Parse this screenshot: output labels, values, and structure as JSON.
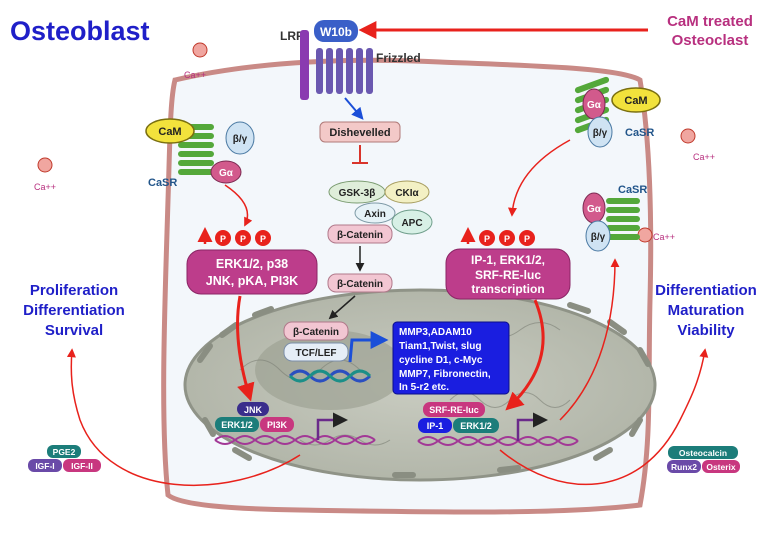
{
  "title": "Osteoblast",
  "caption_caM_treated": [
    "CaM treated",
    "Osteoclast"
  ],
  "receptor_labels": {
    "lrp": "LRP",
    "w10b": "W10b",
    "frizzled": "Frizzled",
    "casr_left": "CaSR",
    "casr_right_top": "CaSR",
    "casr_right_mid": "CaSR"
  },
  "protein_labels": {
    "cam": "CaM",
    "galpha": "Gα",
    "beta_gamma": "β/γ"
  },
  "calcium_label": "Ca++",
  "wnt_pathway": {
    "dishevelled": "Dishevelled",
    "gsk3b": "GSK-3β",
    "ck1a": "CKIα",
    "axin": "Axin",
    "apc": "APC",
    "beta_catenin": "β-Catenin",
    "tcf_lef": "TCF/LEF"
  },
  "phospho_label": "P",
  "left_kinase_box": [
    "ERK1/2, p38",
    "JNK, pKA, PI3K"
  ],
  "right_kinase_box": [
    "IP-1, ERK1/2,",
    "SRF-RE-luc",
    "transcription"
  ],
  "target_genes": [
    "MMP3,ADAM10",
    "Tiam1,Twist, slug",
    "cycline D1, c-Myc",
    "MMP7, Fibronectin,",
    "In 5-r2 etc."
  ],
  "left_outcome": [
    "Proliferation",
    "Differentiation",
    "Survival"
  ],
  "right_outcome": [
    "Differentiation",
    "Maturation",
    "Viability"
  ],
  "left_nuclear": {
    "jnk": "JNK",
    "erk": "ERK1/2",
    "pi3k": "PI3K"
  },
  "right_nuclear": {
    "srf": "SRF-RE-luc",
    "ip1": "IP-1",
    "erk": "ERK1/2"
  },
  "left_markers": {
    "pge2": "PGE2",
    "igf1": "IGF-I",
    "igf2": "IGF-II"
  },
  "right_markers": {
    "osteocalcin": "Osteocalcin",
    "runx2": "Runx2",
    "osterix": "Osterix"
  },
  "colors": {
    "title": "#1f1fc8",
    "magenta": "#b8307f",
    "red_arrow": "#e8221c",
    "blue_arrow": "#1b4fd8",
    "receptor_purple": "#6a58b0",
    "receptor_green": "#54a83a",
    "cam_yellow": "#f2e23c",
    "nucleus": "#b9bdb0",
    "cell_fill": "#f3f7fb",
    "cell_border": "#c98a86"
  }
}
